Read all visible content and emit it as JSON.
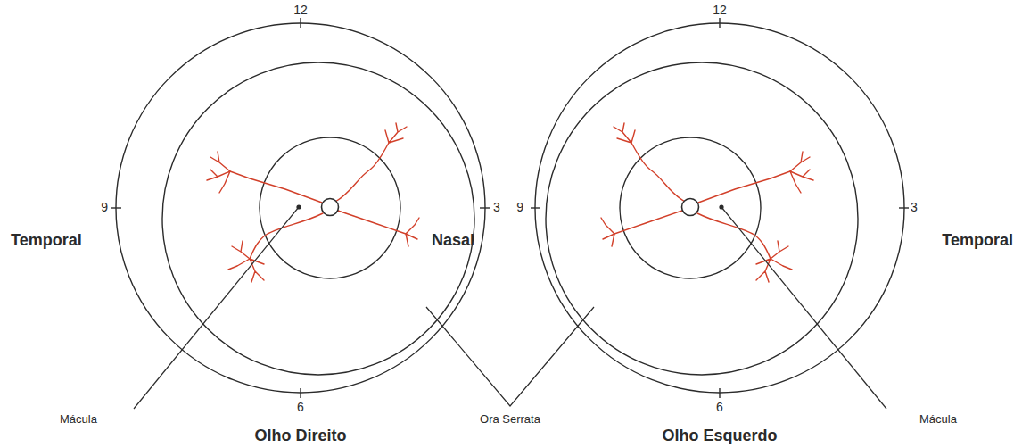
{
  "diagram": {
    "labels": [
      "12",
      "9",
      "3",
      "6",
      "Temporal",
      "Nasal",
      "Mácula",
      "Olho Direito",
      "Ora Serrata",
      "12",
      "9",
      "3",
      "6",
      "Temporal",
      "Olho Esquerdo",
      "Mácula"
    ]
  }
}
